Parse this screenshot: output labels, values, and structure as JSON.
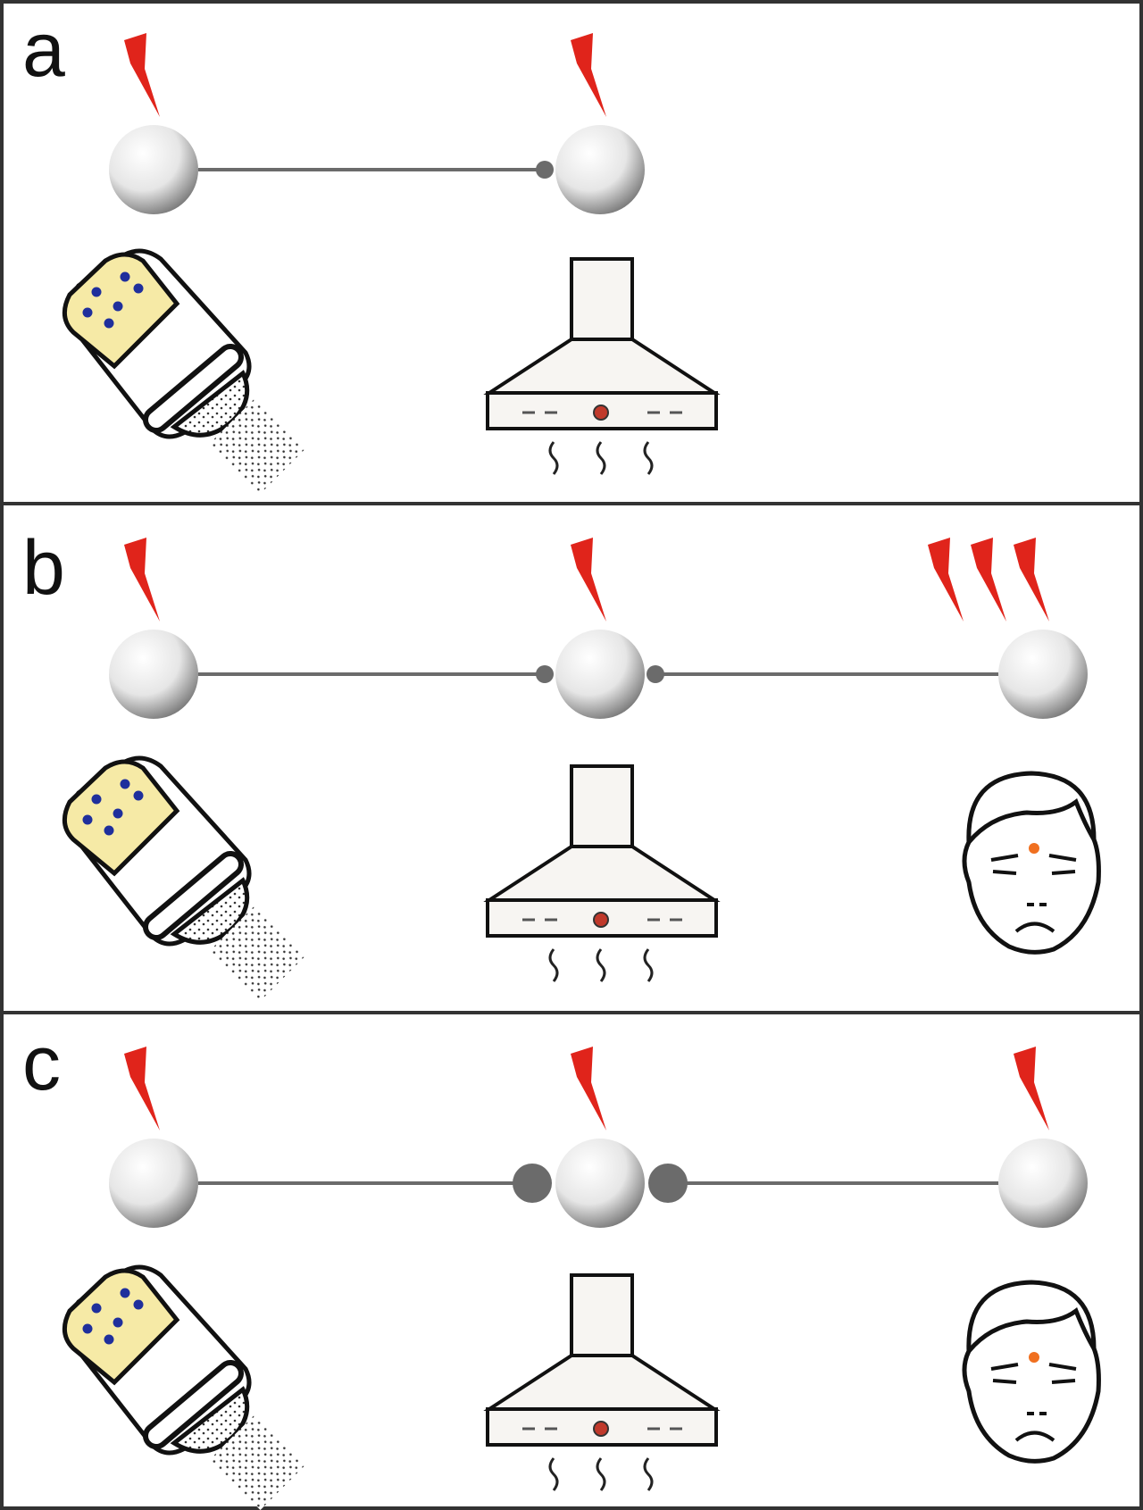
{
  "panels": [
    {
      "label": "a",
      "nodes": [
        "shaker",
        "hood"
      ],
      "node_bolts": [
        1,
        1,
        0
      ],
      "links": [
        {
          "from": "shaker",
          "to": "hood",
          "end_dot": "small"
        }
      ],
      "has_face": false
    },
    {
      "label": "b",
      "nodes": [
        "shaker",
        "hood",
        "face"
      ],
      "node_bolts": [
        1,
        1,
        3
      ],
      "links": [
        {
          "from": "shaker",
          "to": "hood",
          "end_dot": "small"
        },
        {
          "from": "face",
          "to": "hood",
          "end_dot": "small"
        }
      ],
      "has_face": true
    },
    {
      "label": "c",
      "nodes": [
        "shaker",
        "hood",
        "face"
      ],
      "node_bolts": [
        1,
        1,
        1
      ],
      "links": [
        {
          "from": "shaker",
          "to": "hood",
          "end_dot": "large"
        },
        {
          "from": "face",
          "to": "hood",
          "end_dot": "large"
        }
      ],
      "has_face": true
    }
  ],
  "colors": {
    "bolt": "#e0241b",
    "link": "#6b6b6b",
    "border": "#333333",
    "shaker_cap": "#f6eaa6",
    "shaker_dots": "#1f2f9c",
    "hood_light": "#c0392b",
    "face_mark": "#f07020"
  },
  "icons": [
    "bolt-icon",
    "salt-shaker-icon",
    "range-hood-icon",
    "worried-face-icon"
  ]
}
